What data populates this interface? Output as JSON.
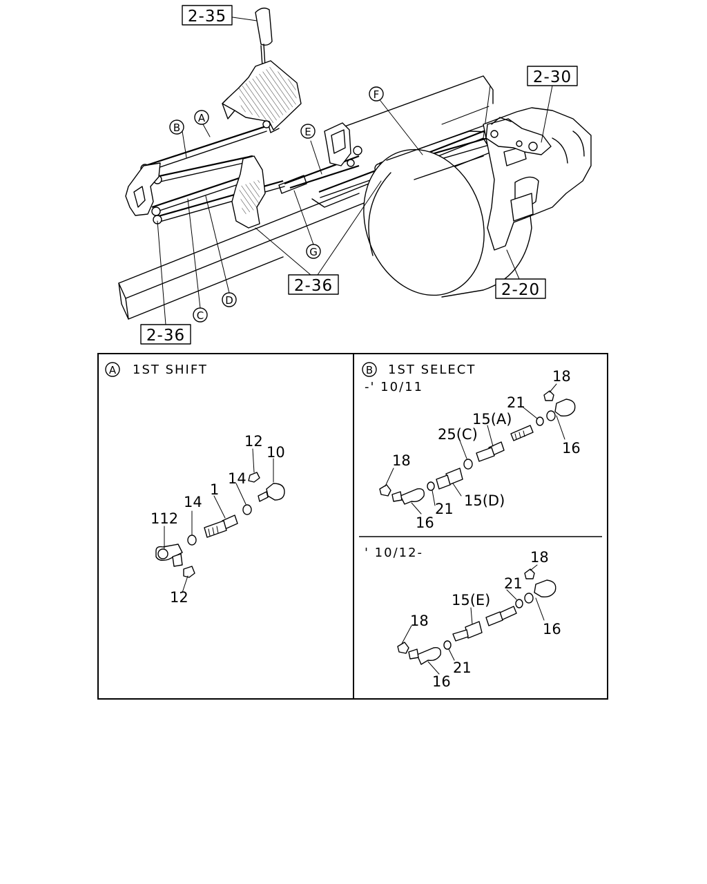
{
  "refs": {
    "r235": "2-35",
    "r230": "2-30",
    "r236a": "2-36",
    "r236b": "2-36",
    "r220": "2-20"
  },
  "callouts": {
    "A": "A",
    "B": "B",
    "C": "C",
    "D": "D",
    "E": "E",
    "F": "F",
    "G": "G"
  },
  "panel_a": {
    "circle": "A",
    "title": "1ST SHIFT",
    "labels": {
      "p12_top": "12",
      "p10": "10",
      "p14_right": "14",
      "p1": "1",
      "p14_left": "14",
      "p112": "112",
      "p12_bottom": "12"
    }
  },
  "panel_b": {
    "circle": "B",
    "title": "1ST SELECT",
    "upper": {
      "date": "-' 10/11",
      "labels": {
        "p18_top": "18",
        "p21_top": "21",
        "p15a": "15(A)",
        "p25c": "25(C)",
        "p16_right": "16",
        "p18_left": "18",
        "p15d": "15(D)",
        "p21_bottom": "21",
        "p16_bottom": "16"
      }
    },
    "lower": {
      "date": "' 10/12-",
      "labels": {
        "p18_top": "18",
        "p21_top": "21",
        "p15e": "15(E)",
        "p16_right": "16",
        "p18_left": "18",
        "p21_bottom": "21",
        "p16_bottom": "16"
      }
    }
  }
}
